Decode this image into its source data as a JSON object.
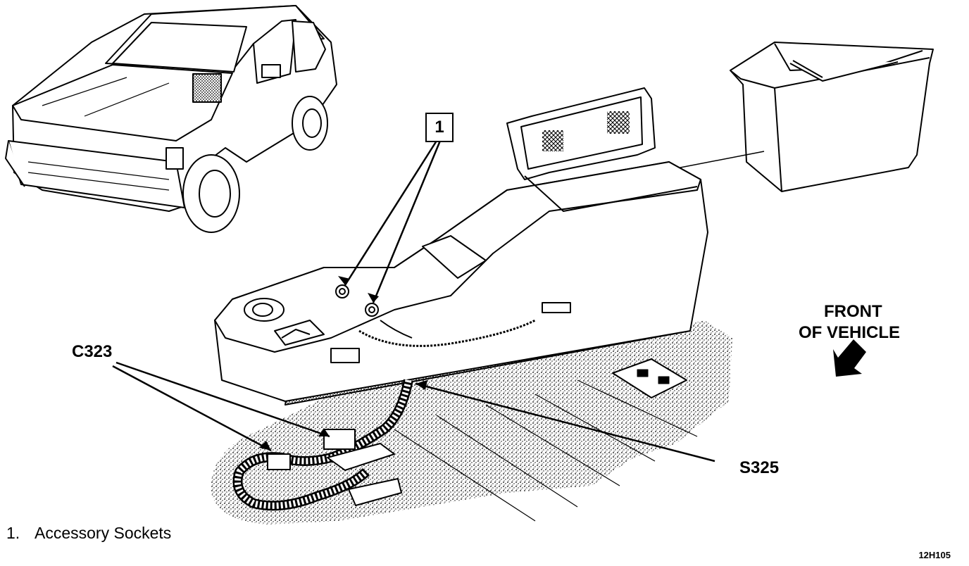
{
  "figure": {
    "callouts": {
      "item_1_number": "1",
      "c323": "C323",
      "s325": "S325",
      "front_line1": "FRONT",
      "front_line2": "OF VEHICLE"
    },
    "legend": [
      {
        "number": "1.",
        "label": "Accessory Sockets"
      }
    ],
    "figure_id": "12H105",
    "icons": [
      "vehicle-illustration-icon",
      "console-icon",
      "storage-tray-icon",
      "front-arrow-icon",
      "harness-icon"
    ]
  }
}
